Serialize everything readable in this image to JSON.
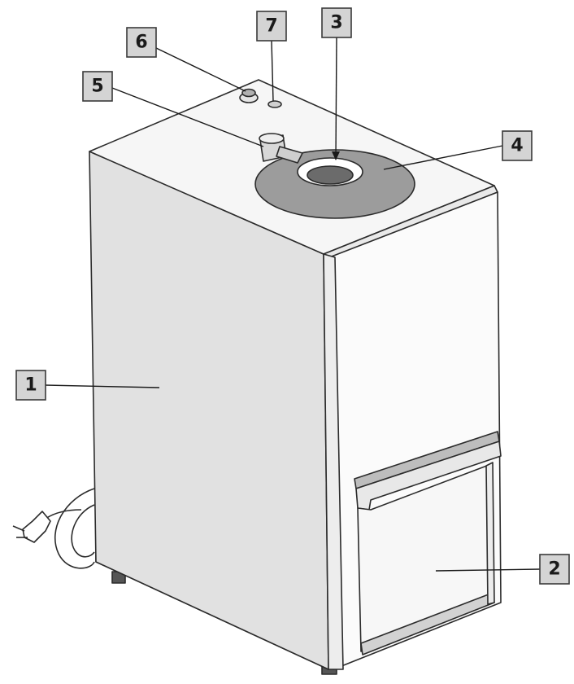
{
  "callouts": [
    {
      "id": "1",
      "label": "1"
    },
    {
      "id": "2",
      "label": "2"
    },
    {
      "id": "3",
      "label": "3"
    },
    {
      "id": "4",
      "label": "4"
    },
    {
      "id": "5",
      "label": "5"
    },
    {
      "id": "6",
      "label": "6"
    },
    {
      "id": "7",
      "label": "7"
    }
  ],
  "colors": {
    "body_side": "#e1e1e1",
    "body_front": "#fbfbfb",
    "top_panel": "#f6f6f6",
    "funnel_ring": "#9c9c9c",
    "callout_fill": "#d4d4d4",
    "outline": "#2b2b2b"
  }
}
